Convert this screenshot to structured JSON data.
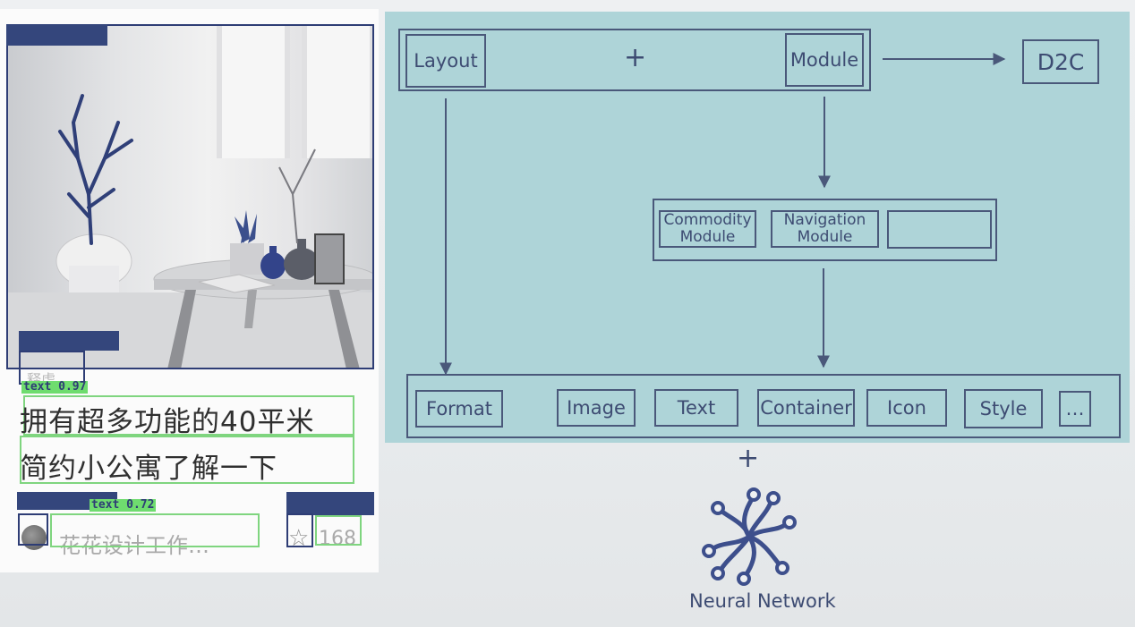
{
  "left_card": {
    "photo_label": "释虐",
    "detection_text_1": "text 0.97",
    "title_line_1": "拥有超多功能的40平米",
    "title_line_2": "简约小公寓了解一下",
    "detection_text_2": "text 0.72",
    "author_name": "花花设计工作…",
    "like_count": "168"
  },
  "diagram": {
    "layout_label": "Layout",
    "module_label": "Module",
    "plus_top": "+",
    "d2c_label": "D2C",
    "commodity_module_label": "Commodity\nModule",
    "navigation_module_label": "Navigation\nModule",
    "format_label": "Format",
    "image_label": "Image",
    "text_label": "Text",
    "container_label": "Container",
    "icon_label": "Icon",
    "style_label": "Style",
    "ellipsis_label": "…",
    "plus_bottom": "+",
    "neural_network_label": "Neural Network"
  },
  "colors": {
    "diagram_background": "#aed4d8",
    "box_stroke": "#4a587a",
    "detection_green": "#7fd57f",
    "detection_navy": "#2e3d75"
  },
  "icons": [
    "neural-network-icon",
    "star-icon",
    "avatar"
  ]
}
